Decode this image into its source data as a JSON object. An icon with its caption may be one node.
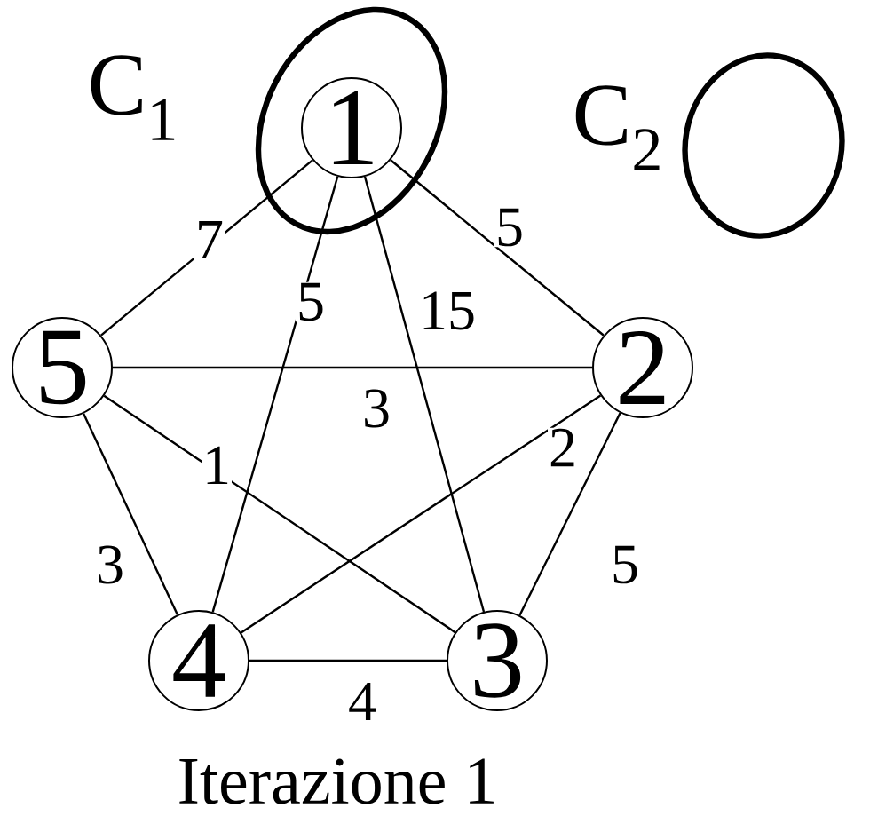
{
  "diagram": {
    "caption": "Iterazione 1",
    "nodes": [
      {
        "text": [
          "C$_{1}$"
        ]
      },
      {
        "text": [
          "1"
        ],
        "in": 0
      },
      {
        "text": [
          "C$_{2}$"
        ]
      },
      {
        "text": [
          "5"
        ]
      },
      {
        "text": [
          "2"
        ]
      },
      {
        "text": [
          "4"
        ]
      },
      {
        "text": [
          "3"
        ]
      }
    ],
    "edges": [
      {
        "from": 1,
        "to": 3,
        "arrow": "none",
        "label": "7"
      },
      {
        "from": 1,
        "to": 4,
        "arrow": "none",
        "label": "5"
      },
      {
        "from": 1,
        "to": 5,
        "arrow": "none",
        "label": "5"
      },
      {
        "from": 1,
        "to": 6,
        "arrow": "none",
        "label": "15"
      },
      {
        "from": 3,
        "to": 4,
        "arrow": "none",
        "label": "3"
      },
      {
        "from": 4,
        "to": 5,
        "arrow": "none",
        "label": "2"
      },
      {
        "from": 3,
        "to": 6,
        "arrow": "none",
        "label": "1"
      },
      {
        "from": 4,
        "to": 6,
        "arrow": "none",
        "label": "5"
      },
      {
        "from": 3,
        "to": 5,
        "arrow": "none",
        "label": "3"
      },
      {
        "from": 5,
        "to": 6,
        "arrow": "none",
        "label": "4"
      }
    ]
  }
}
